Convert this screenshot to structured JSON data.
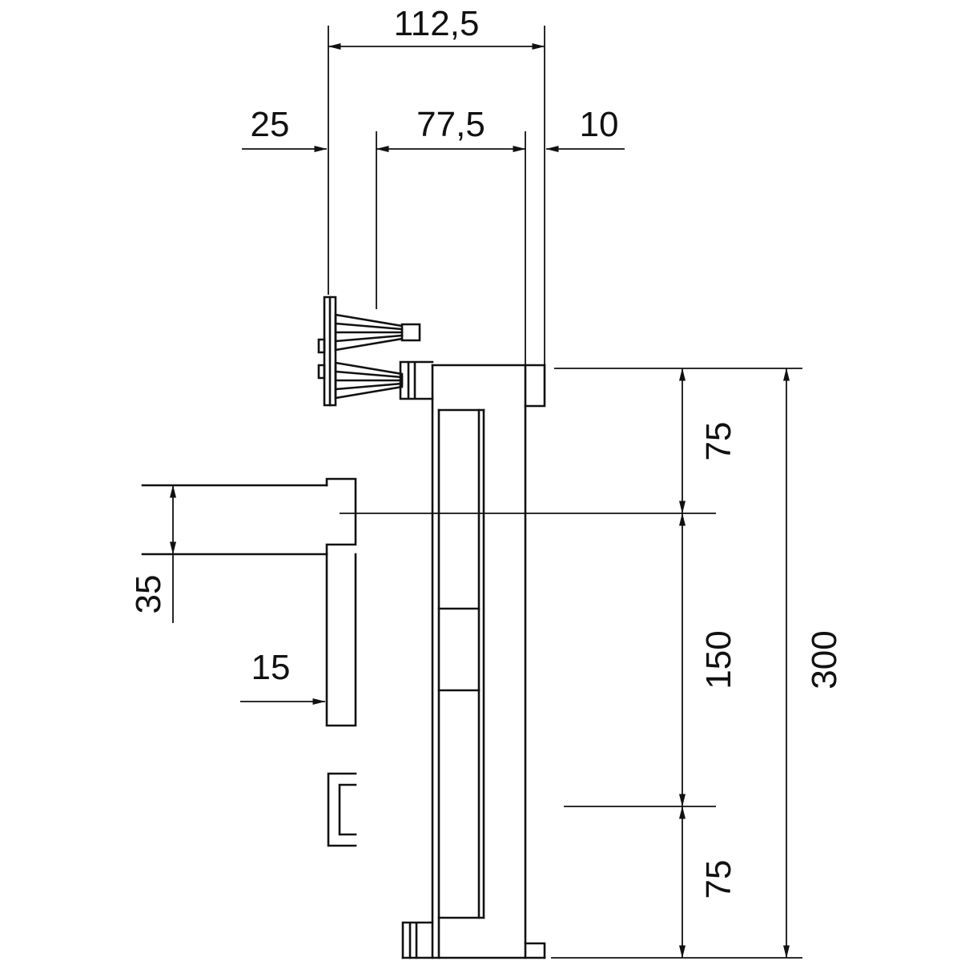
{
  "drawing": {
    "type": "technical-section-drawing",
    "background": "#ffffff",
    "line_color": "#111111",
    "dimensions": {
      "top_overall": "112,5",
      "offset_left": "25",
      "offset_mid": "77,5",
      "offset_right": "10",
      "right_top": "75",
      "right_middle": "150",
      "right_bottom": "75",
      "right_overall": "300",
      "left_depth": "35",
      "plate_thickness": "15"
    }
  }
}
